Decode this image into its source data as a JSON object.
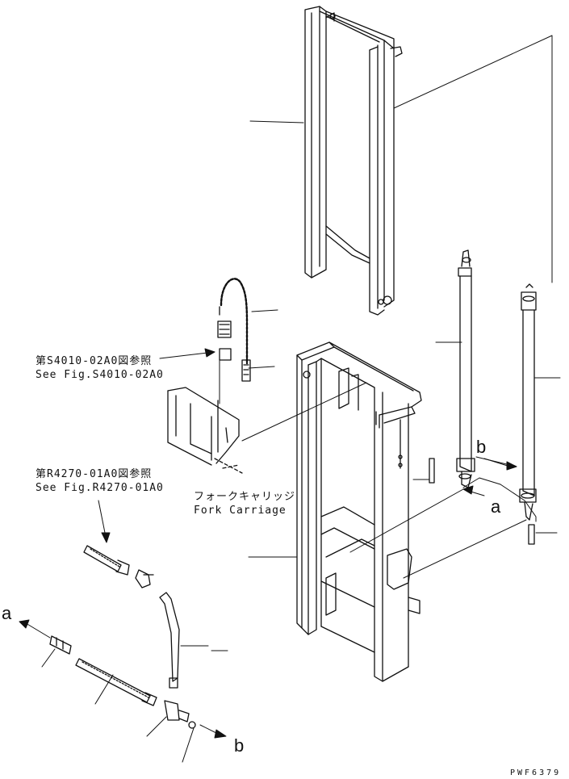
{
  "labels": {
    "ref1_jp": "第S4010-02A0図参照",
    "ref1_en": "See Fig.S4010-02A0",
    "ref2_jp": "第R4270-01A0図参照",
    "ref2_en": "See Fig.R4270-01A0",
    "carriage_jp": "フォークキャリッジ",
    "carriage_en": "Fork Carriage",
    "a_left": "a",
    "a_right": "a",
    "b_right": "b",
    "b_bottom": "b",
    "fig_code": "PWF6379"
  }
}
